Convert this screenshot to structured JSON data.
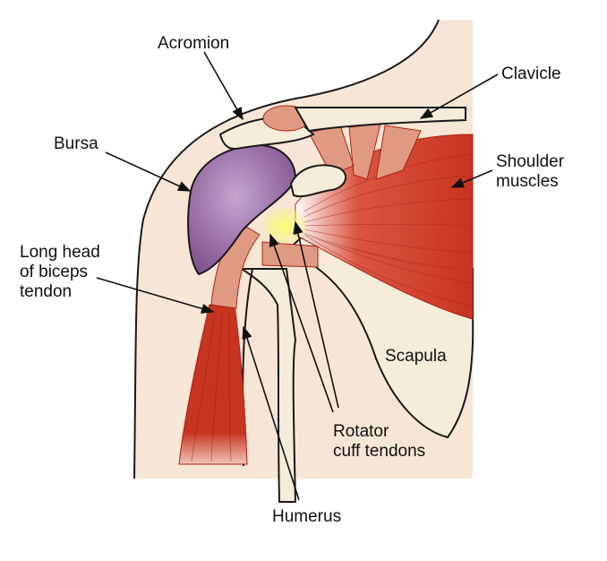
{
  "labels": {
    "acromion": "Acromion",
    "clavicle": "Clavicle",
    "bursa": "Bursa",
    "shoulder_muscles": [
      "Shoulder",
      "muscles"
    ],
    "biceps_tendon": [
      "Long head",
      "of biceps",
      "tendon"
    ],
    "scapula": "Scapula",
    "rotator_cuff": [
      "Rotator",
      "cuff tendons"
    ],
    "humerus": "Humerus"
  },
  "colors": {
    "skin": "#f7e6d5",
    "bone": "#f5ecd9",
    "muscle": "#d6452f",
    "muscle_dark": "#a92216",
    "tendon": "#e09a82",
    "bursa": "#9a6fa7",
    "inflammation": "#f2f08a",
    "outline": "#1a1a1a"
  }
}
